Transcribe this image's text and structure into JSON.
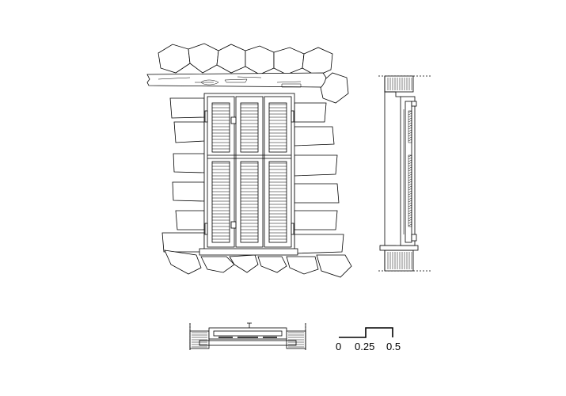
{
  "scale_bar": {
    "labels": [
      "0",
      "0.25",
      "0.5"
    ]
  }
}
